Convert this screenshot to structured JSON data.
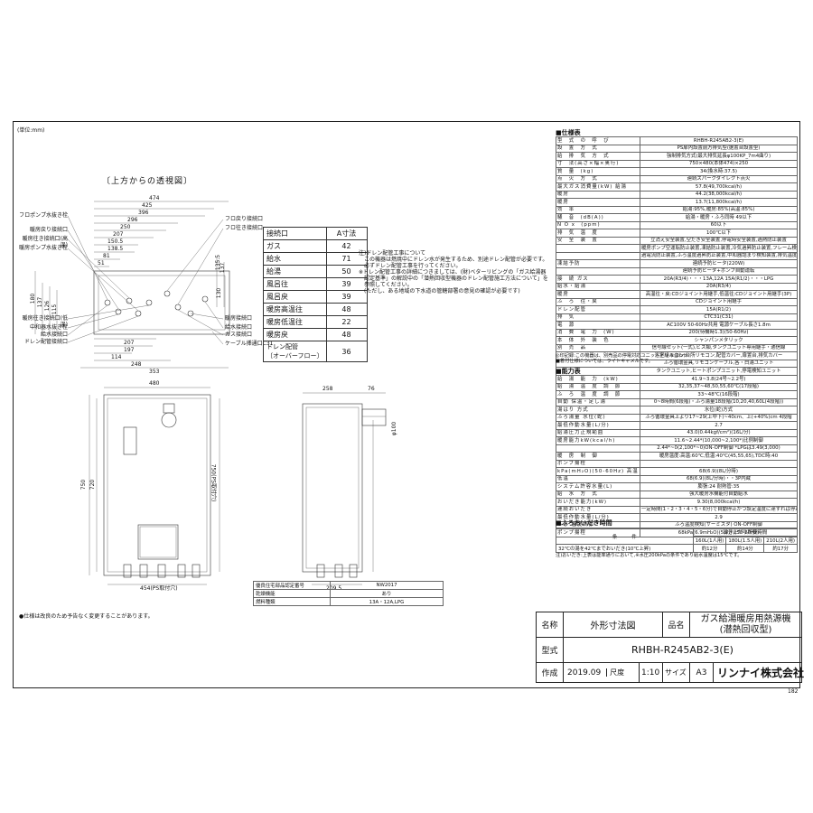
{
  "unit_note": "(単位:mm)",
  "view_title": "〔上方からの透視図〕",
  "top_dims": [
    "474",
    "425",
    "396",
    "296",
    "250",
    "207",
    "150.5",
    "138.5",
    "81",
    "51"
  ],
  "left_labels": [
    "フロポンプ水抜き栓",
    "暖房戻り接続口",
    "暖房往き接続口(高温)",
    "暖房ポンプ水抜き栓",
    "暖房往き接続口(低温)",
    "中和器水抜き栓",
    "給水接続口",
    "ドレン配管接続口"
  ],
  "right_labels": [
    "フロ戻り接続口",
    "フロ往き接続口",
    "暖房接続口",
    "給水接続口",
    "ガス接続口",
    "ケーブル挿通口C31"
  ],
  "side_dims": [
    "180",
    "137",
    "126",
    "115",
    "135.5",
    "137",
    "130"
  ],
  "bottom_dims": [
    "207",
    "197",
    "114",
    "248",
    "353"
  ],
  "connection_table": {
    "header": [
      "接続口",
      "A寸法"
    ],
    "rows": [
      [
        "ガス",
        "42"
      ],
      [
        "給水",
        "71"
      ],
      [
        "給湯",
        "50"
      ],
      [
        "風呂往",
        "39"
      ],
      [
        "風呂戻",
        "39"
      ],
      [
        "暖房高温往",
        "48"
      ],
      [
        "暖房低温往",
        "22"
      ],
      [
        "暖房戻",
        "48"
      ],
      [
        "ドレン配管\n〔オーバーフロー〕",
        "36"
      ]
    ]
  },
  "notes": [
    "注)ドレン配管工事について",
    "この機器は燃焼中にドレン水が発生するため、別途ドレン配管が必要です。",
    "必ずドレン配管工事を行ってください。",
    "※ドレン配管工事の詳細につきましては、(財)ベターリビングの「ガス給湯器",
    "認定基準」の解説中の「潜熱回収型機器のドレン配管施工方法について」を",
    "参照してください。",
    "(ただし、ある地域の下水道の管轄部署の意見の確認が必要です)"
  ],
  "front_dims": [
    "480",
    "454(PS取付穴)",
    "750",
    "720"
  ],
  "side_view_dims": [
    "258",
    "76",
    "φ100",
    "209.5"
  ],
  "side_vertical": [
    "750(PS取付穴)"
  ],
  "spec_title": "■仕様表",
  "spec_rows": [
    [
      "型　式　の　呼　び",
      "RHBH-R245AB2-3(E)"
    ],
    [
      "設　置　方　式",
      "PS扉内設置前方排気型(据置台設置型)"
    ],
    [
      "給　排　気　方　式",
      "強制排気方式(最大排気延長φ100KP_7m4曲り)"
    ],
    [
      "寸　法(高さ×幅×奥行)",
      "750×480(本体474)×250"
    ],
    [
      "質　量　(kg)",
      "34(換水時:37.5)"
    ],
    [
      "点　火　方　式",
      "連続スパークダイレクト点火"
    ],
    [
      "最大ガス消費量(kW) 給湯",
      "57.8(49,700kcal/h)"
    ],
    [
      "暖房",
      "44.2(38,000kcal/h)"
    ],
    [
      "暖房",
      "13.7(11,800kcal/h)"
    ],
    [
      "効　率",
      "給湯:95%,暖房:85%(高温:85%)"
    ],
    [
      "騒　音　(dB(A))",
      "給湯・暖房・ふろ同時 49以下"
    ],
    [
      "N O x　(ppm)",
      "60以下"
    ],
    [
      "排　気　温　度",
      "100℃以下"
    ],
    [
      "安　全　装　置",
      "立消え安全装置,空だき安全装置,停電時安全装置,過熱防止装置"
    ],
    [
      "",
      "暖房ポンプ空運転防止装置,凍結防止装置,冷気過昇防止装置,フレーム検知制御装置"
    ],
    [
      "",
      "過電流防止装置,ふろ温度過昇防止装置,中和器詰まり検知装置,排気温度検知装置"
    ],
    [
      "凍結予防",
      "連続予防ヒータ(220W)"
    ],
    [
      "",
      "連続予防ヒータ+ポンプ自動運転"
    ],
    [
      "接　続 ガス",
      "20A(R3/4)・・・13A,12A 15A(R1/2)・・・LPG"
    ],
    [
      "給水・給湯",
      "20A(R3/4)"
    ],
    [
      "暖房",
      "高温往・戻:CDジョイント用継手,低温往:CDジョイント用継手(3P)"
    ],
    [
      "ふ　ろ　往・戻",
      "CDジョイント用継手"
    ],
    [
      "ドレン配管",
      "15A(R1/2)"
    ],
    [
      "排　気",
      "CTC31(C31)"
    ],
    [
      "電　源",
      "AC100V 50-60Hz共用 電源ケーブル長さ1.8m"
    ],
    [
      "消　費　電　力　(W)",
      "200(待機時1.3)(50-60Hz)"
    ],
    [
      "本　体　外　装　色",
      "シャンパンメタリック"
    ],
    [
      "別　売　品",
      "信号線セット(一式),ビス類,タンクユニット専用継手・通信線"
    ],
    [
      "",
      "浴室リモコン,台所リモコン,配管カバー,扉置台,排気カバー"
    ],
    [
      "",
      "ふろ循環金具,リモコンケーブル,各・白湯ユニット"
    ],
    [
      "",
      "タンクユニット,ヒートポンプユニット,停電検知ユニット"
    ]
  ],
  "spec_notes": [
    "◎印記録:この機器は、別売品の停電対応ユニットと組み合わせ",
    "■着付仕様については、ライトキャメルです。"
  ],
  "capacity_title": "■能力表",
  "capacity_rows": [
    [
      "給　湯　能　力　(kW)",
      "41.9~3.8(24号~2.2号)"
    ],
    [
      "給　湯　温　度　調　節",
      "32,35,37~48,50,55,60℃(17段階)"
    ],
    [
      "ふ　ろ　温　度　調　節",
      "33~48℃(16段階)"
    ],
    [
      "自動 保温・足し湯",
      "0~8時間(6段階)・ふろ湯量18段階(10,20,40,60L(4段階))"
    ],
    [
      "湯はり 方式",
      "水位(蛇)方式"
    ],
    [
      "ふろ湯量 水位(蛇)",
      "ふろ循環金具上より17~29(上中下)~40cm、上(+40%)cm 4段階"
    ],
    [
      "最低作動水量(L/分)",
      "2.7"
    ],
    [
      "給湯圧力正規範囲",
      "43.0(0.44kgf/cm²)(16L/分)"
    ],
    [
      "暖房能力kW(kcal/h)",
      "11.6~2.44*(10,000~2,100*)比例制御"
    ],
    [
      "",
      "2.44*~0(2,100*~0)ON-OFF制御 *LPGは3.49(3,000)"
    ],
    [
      "暖　房　制　御",
      "暖房温度:高温:60℃,低温:40℃(45,55,65),TDC時:40"
    ],
    [
      "ポンプ揚程",
      ""
    ],
    [
      "kPa(mH₂O)(50-60Hz) 高温",
      "68(6.9)(8L/分時)"
    ],
    [
      "低温",
      "68(6.9)(8L/分時)・・3P内蔵"
    ],
    [
      "システム許容水量(L)",
      "膨張:24 耐熱管:35"
    ],
    [
      "給　水　方　式",
      "強大暖房水機能付自動給水"
    ],
    [
      "おいだき能力(kW)",
      "9.30(8,000kcal/h)"
    ],
    [
      "連続おいだき",
      "一定時間(1・2・3・4・5・6分)で自動停止かつ設定温度に達すれば停止"
    ],
    [
      "最低作動水量(L/分)",
      "2.9"
    ],
    [
      "ふろ 温度調節",
      "ふろ温度検知(サーミスタ) ON-OFF制御"
    ],
    [
      "ポンプ揚程",
      "68kPa(6.9mH₂O)(5L/分)(50-60Hz)"
    ]
  ],
  "reheat_title": "■ふろおいだき時間",
  "reheat_header": [
    "条　　　件",
    "沸き上がり所要時間"
  ],
  "reheat_sub": [
    "160L(1人用)",
    "180L(1.5人用)",
    "210L(2人用)"
  ],
  "reheat_row": [
    "32℃の湯を42℃までおいだき(10℃上昇)",
    "約12分",
    "約14分",
    "約17分"
  ],
  "reheat_note": "注)おいだき:上表は能率通りにおいて,※水圧200kPaの条件であり給水温度は15℃です。",
  "approval_table": [
    [
      "優良住宅部品認定番号",
      "NW2017"
    ],
    [
      "乾燥機能",
      "あり"
    ],
    [
      "燃料種類",
      "13A・12A,LPG"
    ]
  ],
  "footer_note": "●仕様は改良のため予告なく変更することがあります。",
  "title_block": {
    "name_label": "名称",
    "name": "外形寸法図",
    "product_label": "品名",
    "product": "ガス給湯暖房用熱源機\n(潜熱回収型)",
    "model_label": "型式",
    "model": "RHBH-R245AB2-3(E)",
    "made_label": "作成",
    "date": "2019.09",
    "scale_label": "尺度",
    "scale": "1:10",
    "size_label": "サイズ",
    "size": "A3",
    "company": "リンナイ株式会社"
  },
  "page_number": "182"
}
